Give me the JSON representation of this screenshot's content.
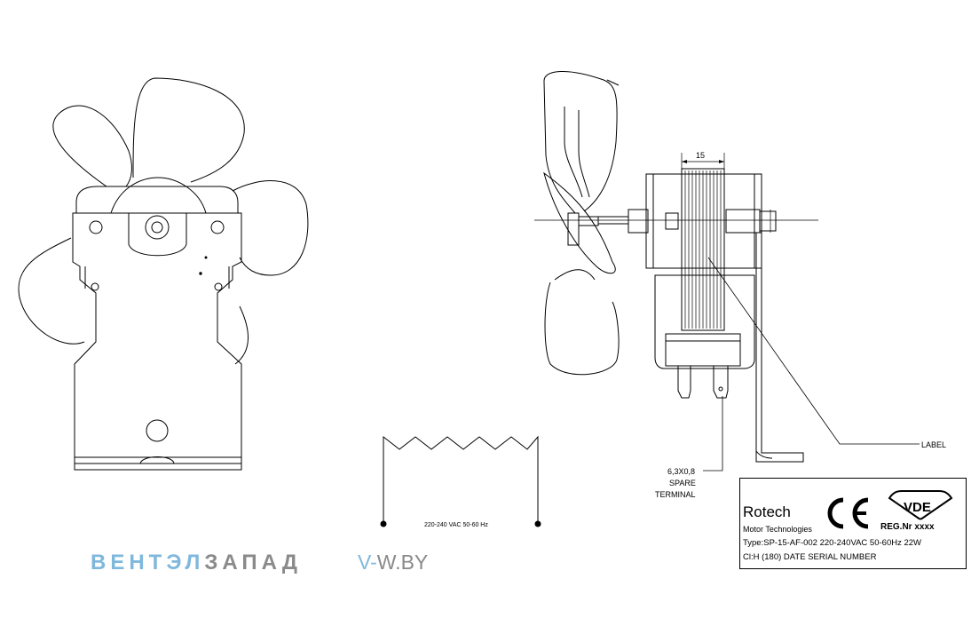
{
  "dimension": {
    "width_mm": "15"
  },
  "circuit": {
    "supply_label": "220-240 VAC 50-60 Hz"
  },
  "callouts": {
    "label": "LABEL",
    "spare_terminal": [
      "6,3X0,8",
      "SPARE",
      "TERMINAL"
    ]
  },
  "nameplate": {
    "brand": "Rotech",
    "subtitle": "Motor Technologies",
    "type_line": "Type:SP-15-AF-002 220-240VAC 50-60Hz 22W",
    "class_line": "Cl:H (180) DATE SERIAL NUMBER",
    "ce_mark": "CE",
    "vde_mark": "VDE",
    "reg_number": "REG.Nr xxxx"
  },
  "watermark": {
    "name_part1": "ВЕНТЭЛ",
    "name_part2": "ЗАПАД",
    "site_part1": "V-",
    "site_part2": "W.BY"
  }
}
